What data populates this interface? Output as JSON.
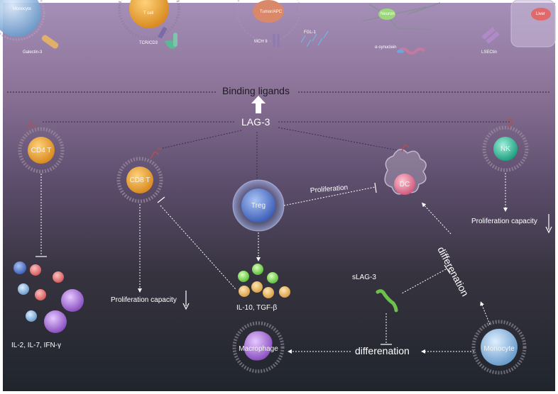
{
  "ligands": {
    "monocyte": "Monocyte",
    "galectin3": "Galectin-3",
    "tcell": "T cell",
    "tcr": "TCR/CD3",
    "tumor": "Tumor/APC",
    "mhc": "MCH II",
    "fgl1": "FGL-1",
    "neuron": "Neuron",
    "asyn": "α-synuclein",
    "liver": "Liver",
    "lsectin": "LSECtin"
  },
  "binding_ligands": "Binding ligands",
  "lag3": "LAG-3",
  "cells": {
    "cd4": "CD4 T",
    "cd8": "CD8 T",
    "treg": "Treg",
    "dc": "DC",
    "nk": "NK",
    "macrophage": "Macrophage",
    "monocyte": "Monocyte"
  },
  "labels": {
    "cytokines_cd4": "IL-2, IL-7, IFN-γ",
    "prolif_cd8": "Proliferation capacity",
    "il10": "IL-10, TGF-β",
    "prolif_nk": "Proliferation capacity",
    "proliferation": "Proliferation",
    "slag3": "sLAG-3",
    "diff_bottom": "differenation",
    "diff_right": "differenation"
  },
  "colors": {
    "cd4": "#e8a23a",
    "cd8": "#e89c3c",
    "treg": "#5d7fd0",
    "dc": "#e07a9a",
    "nk": "#3fc0a0",
    "macrophage": "#a070c8",
    "monocyte": "#8fb8dc"
  }
}
